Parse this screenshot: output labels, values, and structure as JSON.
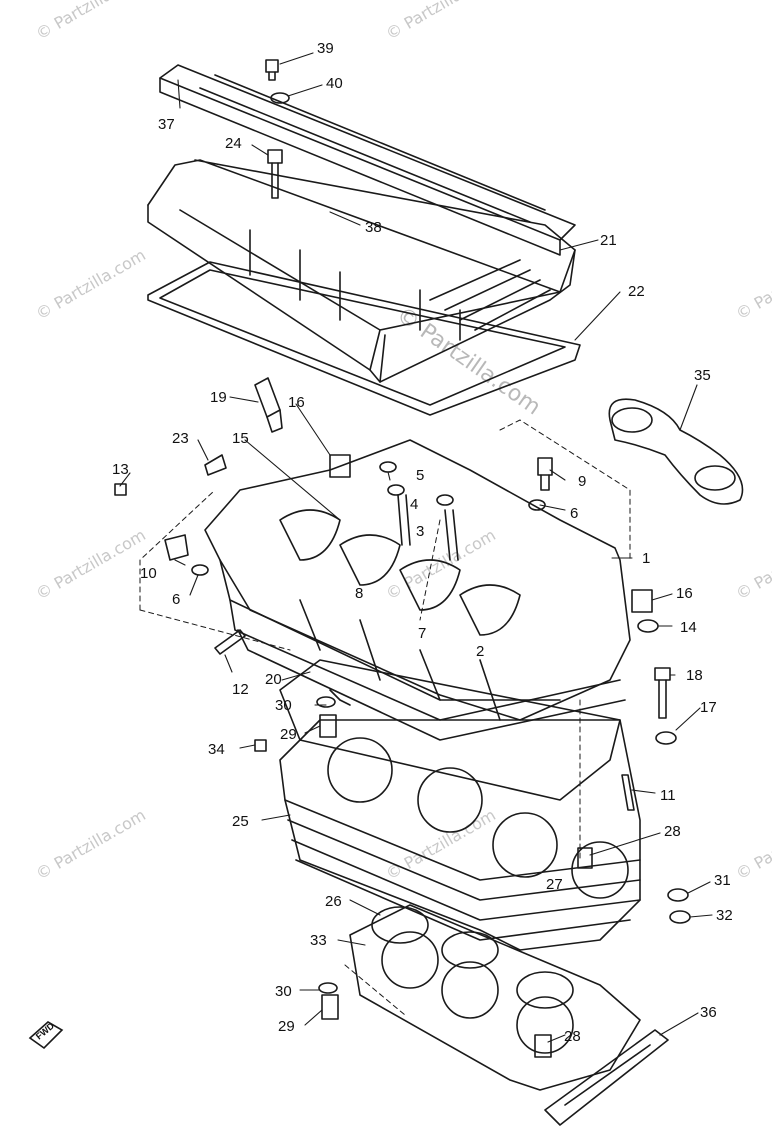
{
  "watermark": {
    "text": "© Partzilla.com",
    "color": "#c8c8c8"
  },
  "center_watermark": "© Partzilla.com",
  "fwd_marker": "FWD",
  "ink_color": "#1a1a1a",
  "callouts": [
    "1",
    "2",
    "3",
    "4",
    "5",
    "6",
    "6",
    "7",
    "8",
    "9",
    "10",
    "11",
    "12",
    "13",
    "14",
    "15",
    "16",
    "16",
    "17",
    "18",
    "19",
    "20",
    "21",
    "22",
    "23",
    "24",
    "25",
    "26",
    "27",
    "28",
    "28",
    "29",
    "29",
    "30",
    "30",
    "31",
    "32",
    "33",
    "34",
    "35",
    "36",
    "37",
    "38",
    "39",
    "40"
  ]
}
